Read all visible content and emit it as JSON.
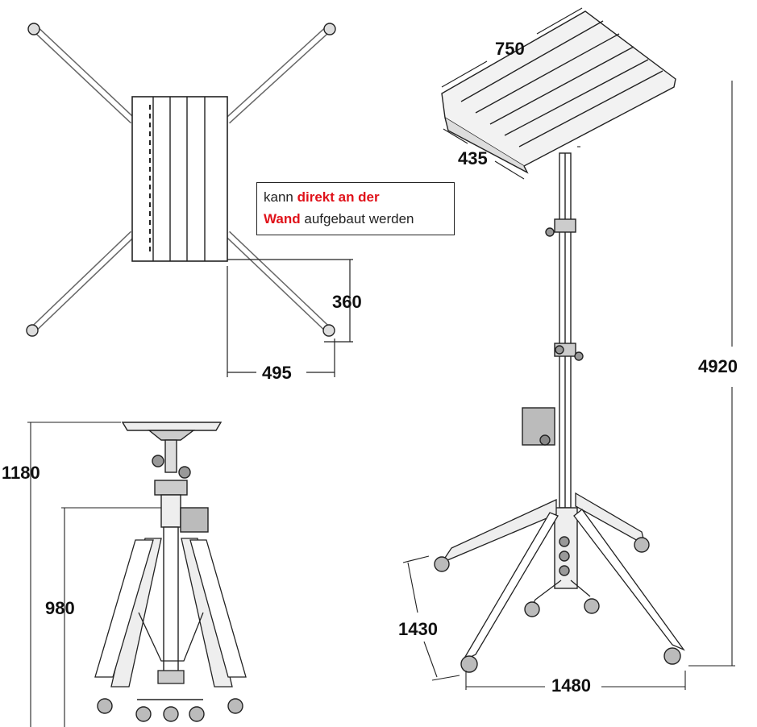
{
  "note": {
    "line1_prefix": "kann ",
    "line1_highlight": "direkt an der",
    "line2_highlight": "Wand",
    "line2_suffix": " aufgebaut werden"
  },
  "dimensions": {
    "top_width": "750",
    "top_depth": "435",
    "total_height": "4920",
    "footprint_depth": "1430",
    "footprint_width": "1480",
    "leg_offset_y": "360",
    "leg_offset_x": "495",
    "stand_height": "1180",
    "column_height": "980"
  },
  "colors": {
    "highlight": "#e0121a",
    "line": "#222222"
  }
}
